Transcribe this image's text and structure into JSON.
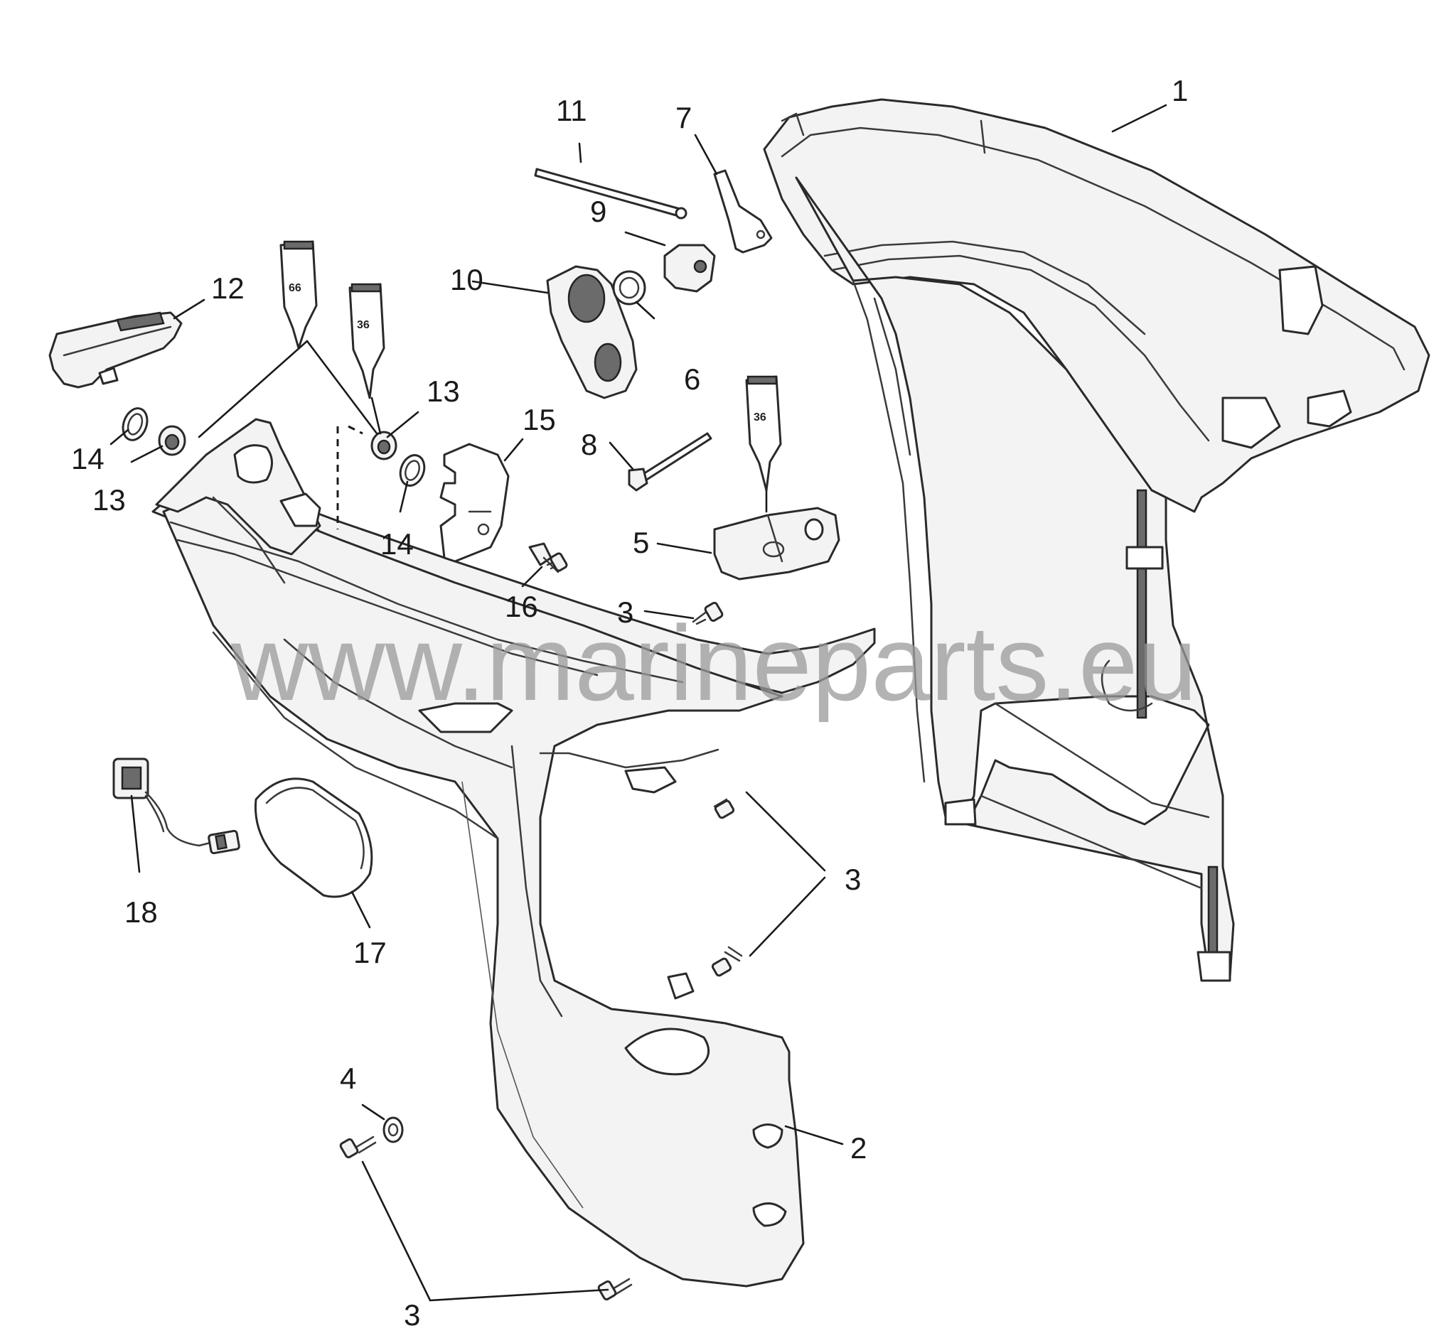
{
  "watermark": "www.marineparts.eu",
  "tube_labels": [
    "66",
    "36",
    "36"
  ],
  "callouts": [
    "1",
    "2",
    "3",
    "3",
    "3",
    "3",
    "4",
    "5",
    "6",
    "7",
    "8",
    "9",
    "10",
    "11",
    "12",
    "13",
    "13",
    "14",
    "14",
    "15",
    "16",
    "17",
    "18"
  ]
}
